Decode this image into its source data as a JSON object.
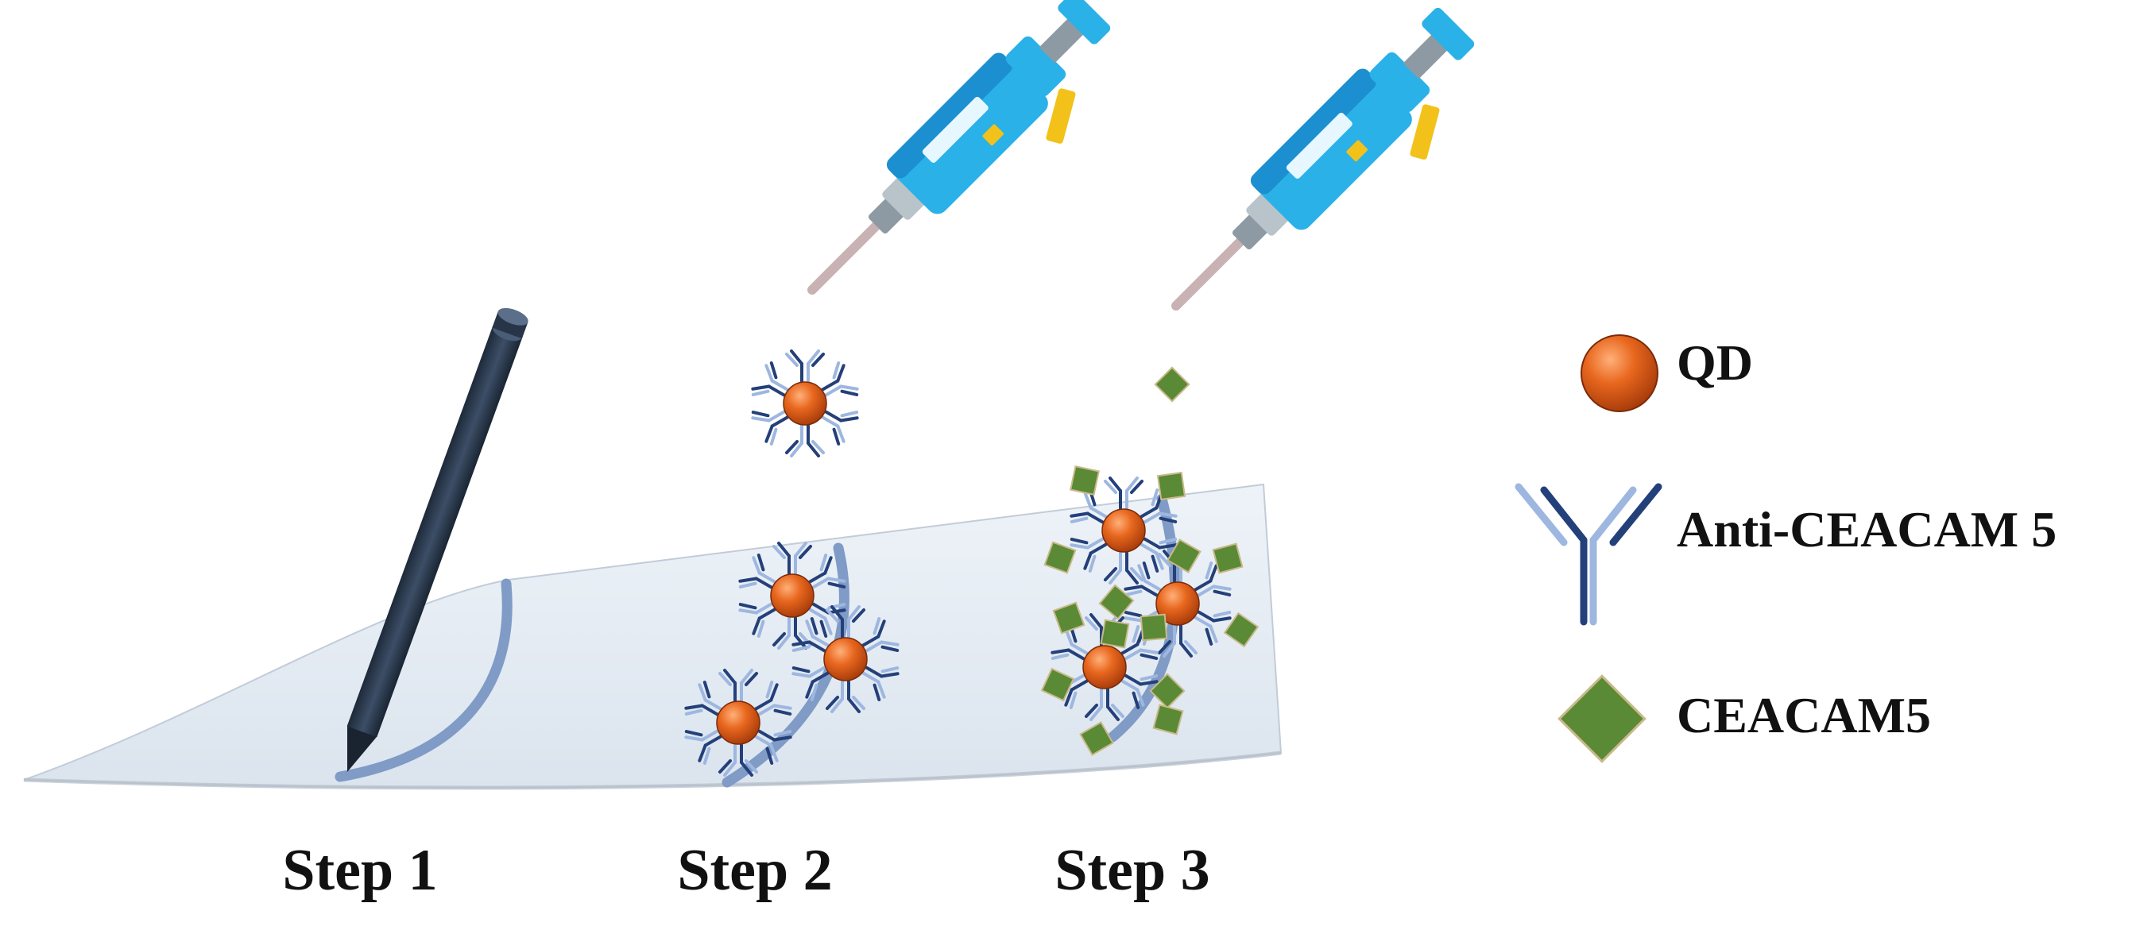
{
  "steps": [
    {
      "label": "Step 1"
    },
    {
      "label": "Step 2"
    },
    {
      "label": "Step 3"
    }
  ],
  "legend": [
    {
      "label": "QD",
      "icon": "quantum-dot-icon"
    },
    {
      "label": "Anti-CEACAM 5",
      "icon": "antibody-icon"
    },
    {
      "label": "CEACAM5",
      "icon": "antigen-diamond-icon"
    }
  ],
  "colors": {
    "paper": "#e6edf5",
    "pencil": "#2d3c50",
    "trace": "#7f9bc6",
    "qd_orange": "#e0601c",
    "antibody_dark": "#24407a",
    "antibody_light": "#9db7e0",
    "antigen_green": "#5a8a35",
    "pipette_blue": "#2ab1e8",
    "pipette_yellow": "#f2c21a"
  }
}
